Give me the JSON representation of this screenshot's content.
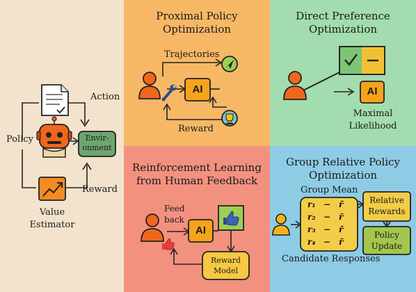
{
  "colors": {
    "left_bg": "#f3e3cc",
    "ppo_bg": "#f7b866",
    "dpo_bg": "#a3dcae",
    "rlhf_bg": "#f3917f",
    "grpo_bg": "#8ecbe5",
    "env_fill": "#6ea56e",
    "ai_fill": "#f6a31c",
    "person": "#f0661c",
    "reward_model_fill": "#f7c842",
    "grpo_box_fill": "#f2cd48",
    "policy_update_fill": "#a3c74c"
  },
  "left_panel": {
    "action_label": "Action",
    "policy_label": "Policy",
    "environment_label_line1": "Envir-",
    "environment_label_line2": "onment",
    "reward_label": "Reward",
    "value_estimator_line1": "Value",
    "value_estimator_line2": "Estimator"
  },
  "ppo": {
    "title_line1": "Proximal Policy",
    "title_line2": "Optimization",
    "trajectories_label": "Trajectories",
    "ai_label": "AI",
    "reward_label": "Reward"
  },
  "dpo": {
    "title_line1": "Direct Preference",
    "title_line2": "Optimization",
    "ai_label": "AI",
    "maximal_label": "Maximal",
    "likelihood_label": "Likelihood"
  },
  "rlhf": {
    "title_line1": "Reinforcement Learning",
    "title_line2": "from Human Feedback",
    "feedback_line1": "Feed",
    "feedback_line2": "back",
    "ai_label": "AI",
    "reward_model_line1": "Reward",
    "reward_model_line2": "Model"
  },
  "grpo": {
    "title_line1": "Group Relative Policy",
    "title_line2": "Optimization",
    "group_mean_label": "Group Mean",
    "rows": [
      {
        "r": "r₁",
        "op": "−",
        "mean": "r̄"
      },
      {
        "r": "r₂",
        "op": "−",
        "mean": "r̄"
      },
      {
        "r": "r₃",
        "op": "−",
        "mean": "r̄"
      },
      {
        "r": "r₄",
        "op": "−",
        "mean": "r̄"
      }
    ],
    "relative_rewards_line1": "Relative",
    "relative_rewards_line2": "Rewards",
    "policy_update_line1": "Policy",
    "policy_update_line2": "Update",
    "candidate_label": "Candidate Responses"
  }
}
